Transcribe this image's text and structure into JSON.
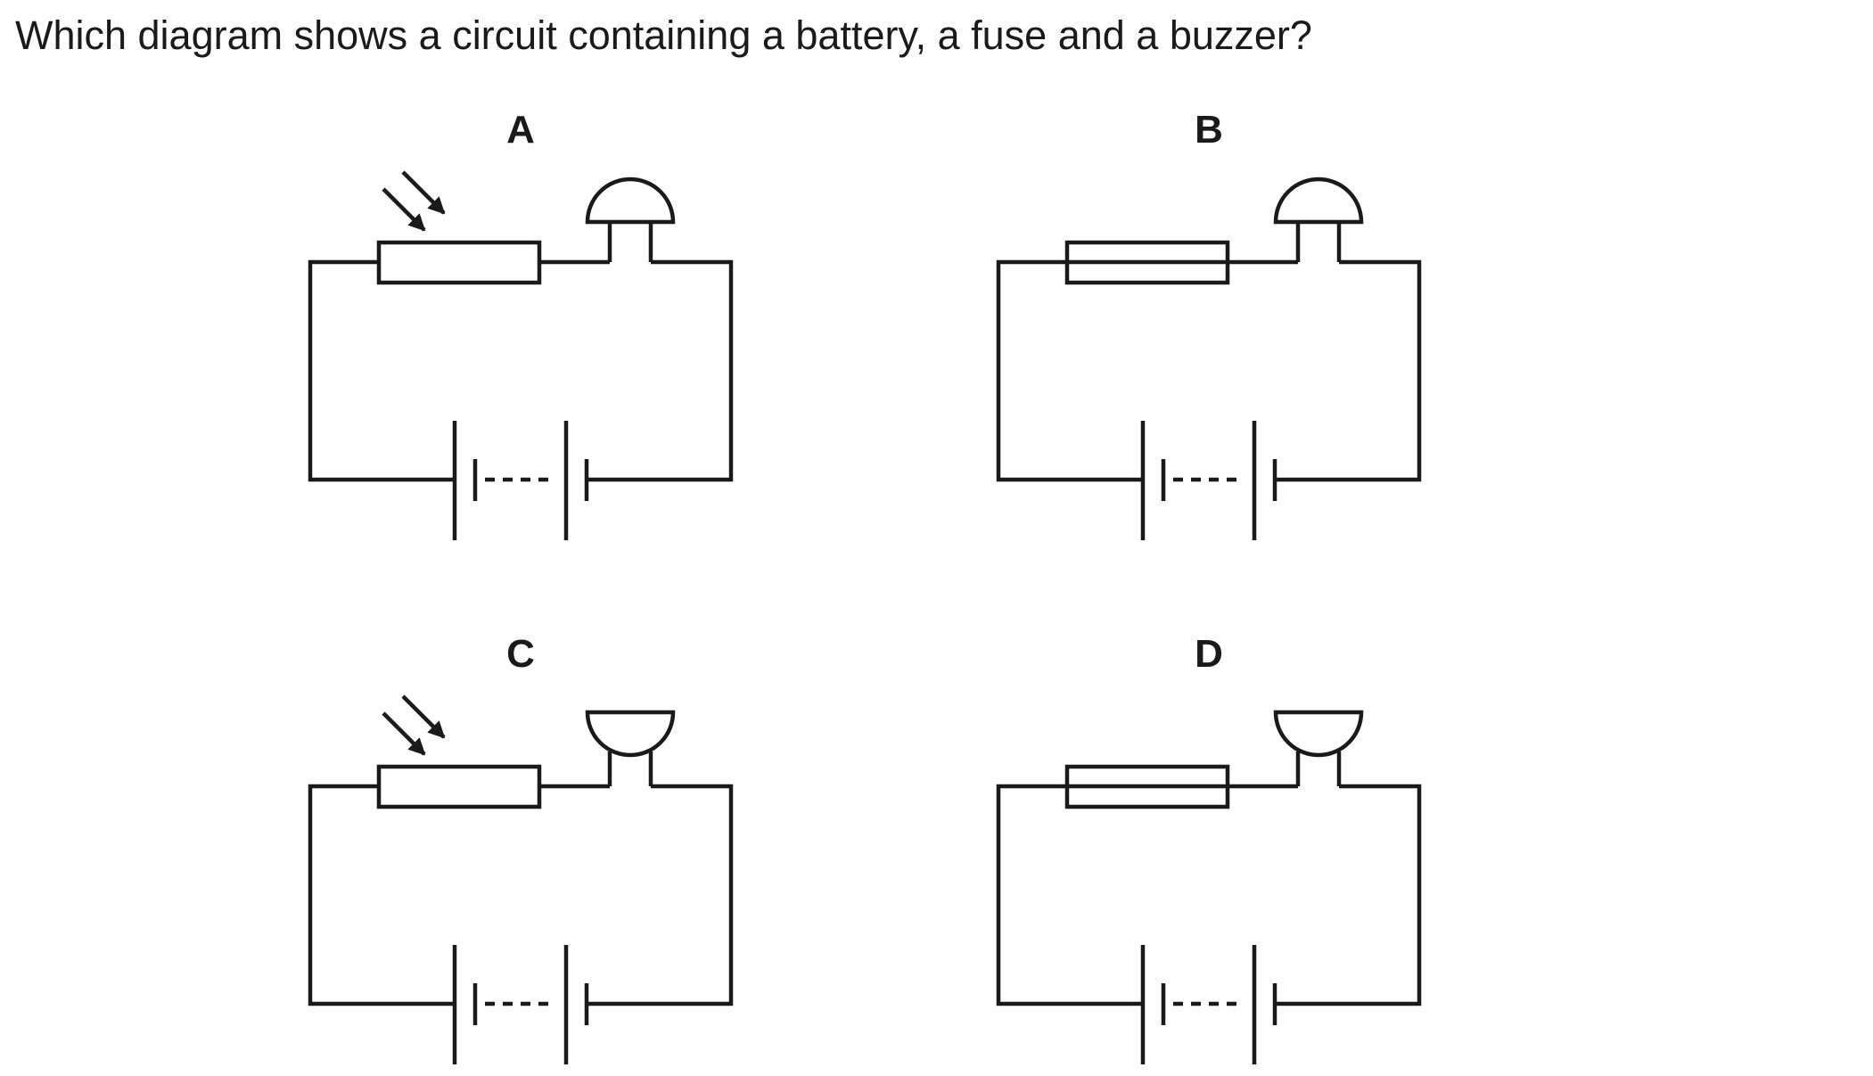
{
  "question": "Which diagram shows a circuit containing a battery, a fuse and a buzzer?",
  "options": [
    {
      "letter": "A",
      "components": [
        "light-dependent-resistor-icon",
        "bell-icon",
        "battery-icon"
      ]
    },
    {
      "letter": "B",
      "components": [
        "fuse-icon",
        "bell-icon",
        "battery-icon"
      ]
    },
    {
      "letter": "C",
      "components": [
        "light-dependent-resistor-icon",
        "buzzer-icon",
        "battery-icon"
      ]
    },
    {
      "letter": "D",
      "components": [
        "fuse-icon",
        "buzzer-icon",
        "battery-icon"
      ]
    }
  ],
  "colors": {
    "ink": "#1a1a1a",
    "background": "#ffffff"
  }
}
